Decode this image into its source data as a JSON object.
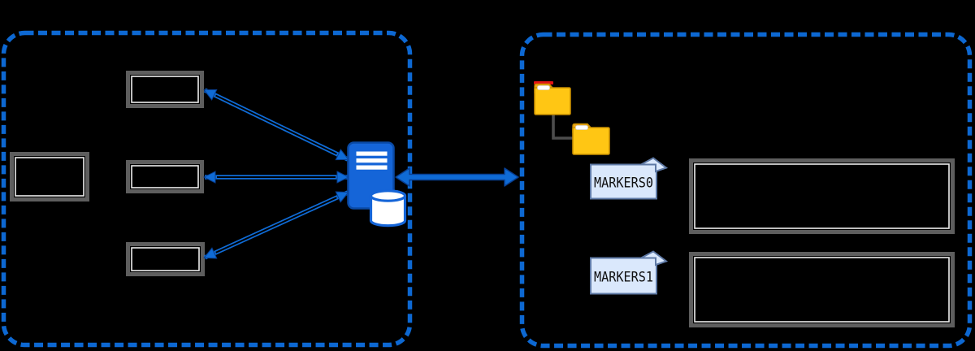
{
  "background": "#000000",
  "colors": {
    "bg": "#000000",
    "dash_border": "#0d68d2",
    "arrow": "#0f6bd6",
    "arrow_dark": "#083f92",
    "server_fill": "#1565d8",
    "server_stroke": "#0a4aa6",
    "folder_fill": "#ffc614",
    "folder_tab": "#eda91c",
    "folder_stroke": "#c98f00",
    "folder_flag": "#e21414",
    "note_fill": "#dae8fc",
    "note_border": "#5f7aa6",
    "box_border": "#5e5e5e",
    "box_inner": "#eeeeee",
    "connector": "#4d4d4d"
  },
  "left_group": {
    "name": "left-dashed-container",
    "boxes": [
      {
        "name": "left-box",
        "label": ""
      },
      {
        "name": "top-box",
        "label": ""
      },
      {
        "name": "middle-box",
        "label": ""
      },
      {
        "name": "bottom-box",
        "label": ""
      }
    ],
    "server_icon": "server-database-icon",
    "connection_count": 3,
    "connection_style": "bidirectional-double-line-arrow"
  },
  "link": {
    "name": "container-link",
    "style": "bidirectional-block-arrow"
  },
  "right_group": {
    "name": "right-dashed-container",
    "folder_tree": {
      "parent_icon": "folder-icon",
      "child_icon": "folder-icon"
    },
    "marker_cards": [
      {
        "label": "MARKERS0"
      },
      {
        "label": "MARKERS1"
      }
    ],
    "detail_boxes": [
      {
        "name": "detail-box-0",
        "label": ""
      },
      {
        "name": "detail-box-1",
        "label": ""
      }
    ]
  }
}
